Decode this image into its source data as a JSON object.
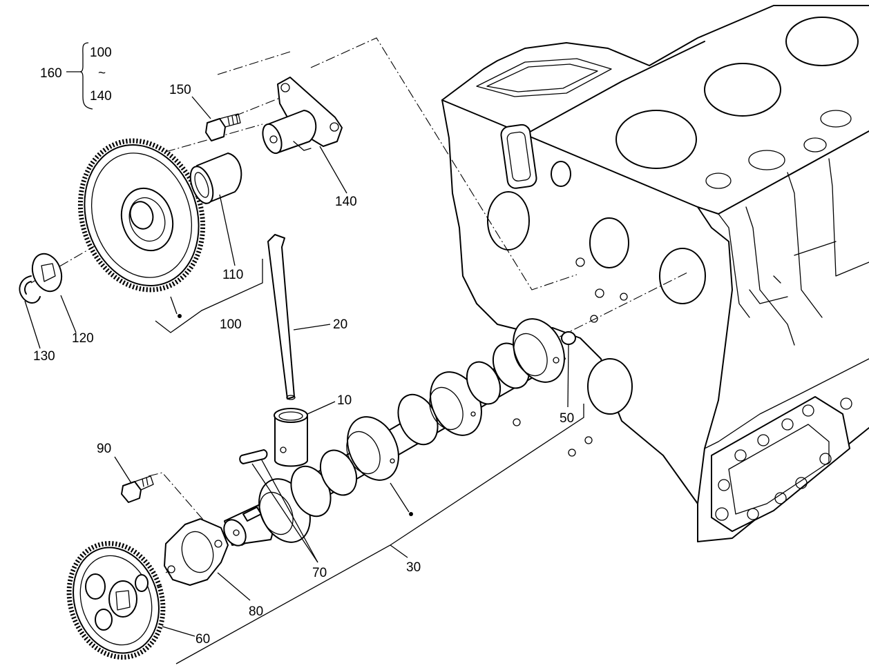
{
  "labels": {
    "l160": "160",
    "l100_top": "100",
    "l_tilde": "~",
    "l140_top": "140",
    "l150": "150",
    "l140": "140",
    "l110": "110",
    "l100": "100",
    "l120": "120",
    "l130": "130",
    "l20": "20",
    "l10": "10",
    "l50": "50",
    "l90": "90",
    "l70": "70",
    "l30": "30",
    "l80": "80",
    "l60": "60"
  }
}
